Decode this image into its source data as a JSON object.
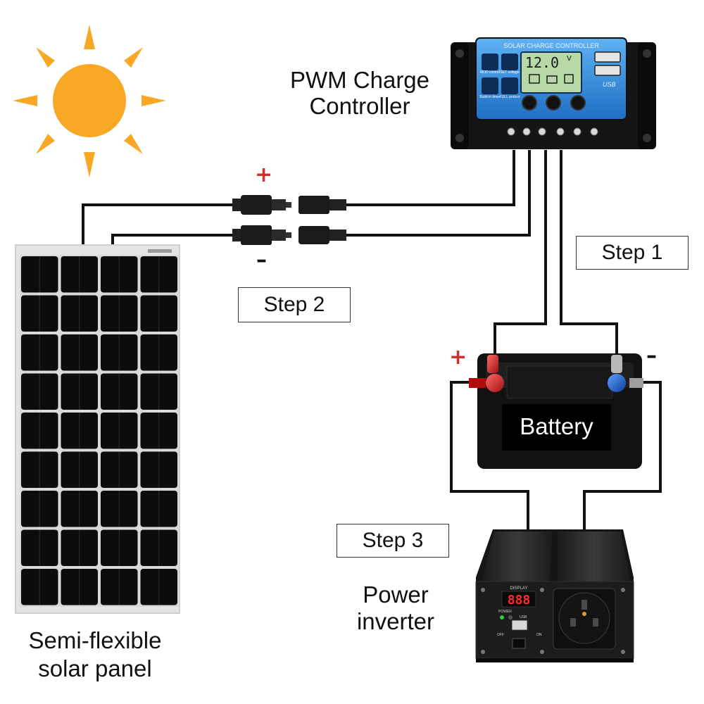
{
  "labels": {
    "controller_title_line1": "PWM Charge",
    "controller_title_line2": "Controller",
    "panel_line1": "Semi-flexible",
    "panel_line2": "solar panel",
    "inverter_line1": "Power",
    "inverter_line2": "inverter",
    "battery": "Battery"
  },
  "steps": {
    "step1": "Step 1",
    "step2": "Step 2",
    "step3": "Step 3"
  },
  "polarity": {
    "mc4_plus": "+",
    "mc4_minus": "–",
    "battery_plus": "+",
    "battery_minus": "–"
  },
  "controller": {
    "header": "SOLAR CHARGE CONTROLLER",
    "lcd_value": "12.0",
    "lcd_unit": "V",
    "usb_label": "USB",
    "icon_labels": [
      "MOD control",
      "SET voltage",
      "Build-in timer",
      "FULL protect"
    ]
  },
  "inverter": {
    "display_label": "DISPLAY",
    "readout": "888",
    "power_label": "POWER",
    "usb_label": "USB",
    "off_label": "OFF",
    "on_label": "ON"
  },
  "colors": {
    "sun": "#f9a825",
    "plus_red": "#d32f2f",
    "controller_blue": "#2f8fe0",
    "wire": "#111111"
  }
}
